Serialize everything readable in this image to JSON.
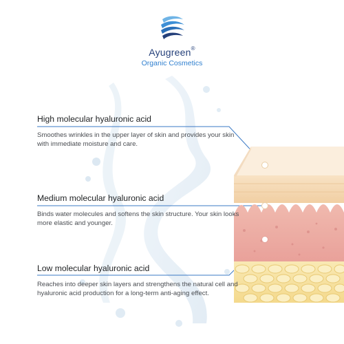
{
  "brand": {
    "name": "Ayugreen",
    "registered": "®",
    "tagline": "Organic Cosmetics"
  },
  "sections": [
    {
      "title": "High molecular hyaluronic acid",
      "description": "Smoothes wrinkles in the upper layer of skin and provides your skin with immediate moisture and care."
    },
    {
      "title": "Medium molecular hyaluronic acid",
      "description": "Binds water molecules and softens the skin structure. Your skin looks more elastic and younger."
    },
    {
      "title": "Low molecular hyaluronic acid",
      "description": "Reaches into deeper skin layers and strengthens the natural cell and hyaluronic acid production for a long-term anti-aging effect."
    }
  ],
  "colors": {
    "brand_navy": "#25407a",
    "brand_blue": "#2f7fcf",
    "callout_line": "#3a78c4"
  }
}
